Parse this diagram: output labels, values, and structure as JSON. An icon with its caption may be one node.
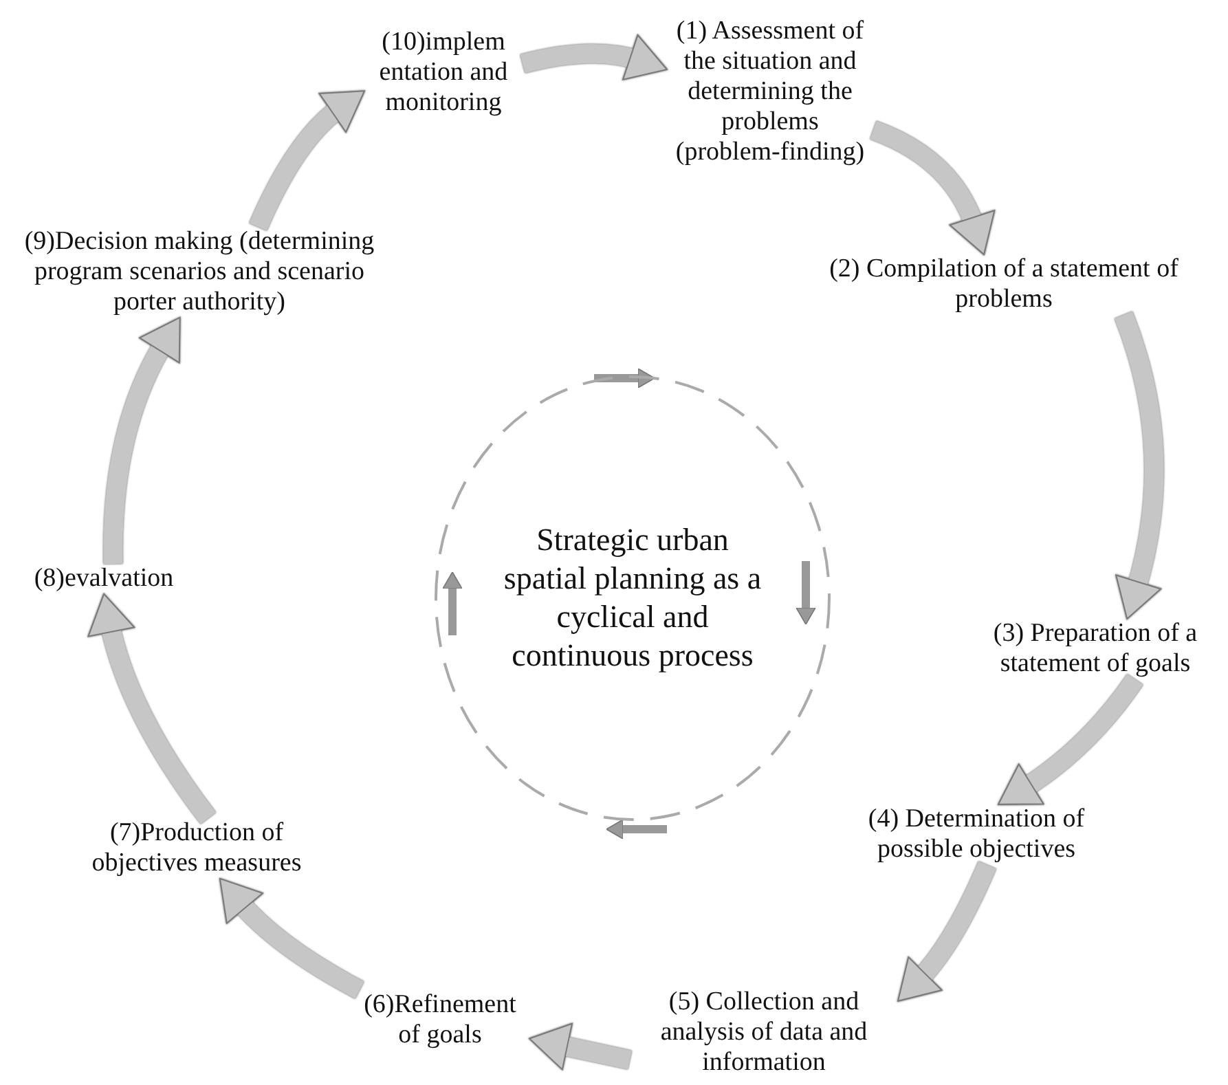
{
  "diagram": {
    "nodes": [
      {
        "text": [
          "(1) Assessment of the situation and determining the problems (problem-finding)"
        ]
      },
      {
        "text": [
          "(2) Compilation of a statement of problems"
        ]
      },
      {
        "text": [
          "(3) Preparation of a statement of goals"
        ]
      },
      {
        "text": [
          "(4) Determination of possible objectives"
        ]
      },
      {
        "text": [
          "(5) Collection and analysis of data and information"
        ]
      },
      {
        "text": [
          "(6)Refinement of goals"
        ]
      },
      {
        "text": [
          "(7)Production of objectives measures"
        ]
      },
      {
        "text": [
          "(8)evalvation"
        ]
      },
      {
        "text": [
          "(9)Decision making (determining program scenarios and scenario porter authority)"
        ]
      },
      {
        "text": [
          "(10)implem entation and monitoring"
        ]
      },
      {
        "text": [
          "Strategic urban spatial planning as a cyclical and continuous process"
        ]
      }
    ],
    "edges": [
      {
        "from": 0,
        "to": 1,
        "arrow": "to"
      },
      {
        "from": 1,
        "to": 2,
        "arrow": "to"
      },
      {
        "from": 2,
        "to": 3,
        "arrow": "to"
      },
      {
        "from": 3,
        "to": 4,
        "arrow": "to"
      },
      {
        "from": 4,
        "to": 5,
        "arrow": "to"
      },
      {
        "from": 5,
        "to": 6,
        "arrow": "to"
      },
      {
        "from": 6,
        "to": 7,
        "arrow": "to"
      },
      {
        "from": 7,
        "to": 8,
        "arrow": "to"
      },
      {
        "from": 8,
        "to": 9,
        "arrow": "to"
      },
      {
        "from": 9,
        "to": 0,
        "arrow": "to"
      }
    ]
  }
}
